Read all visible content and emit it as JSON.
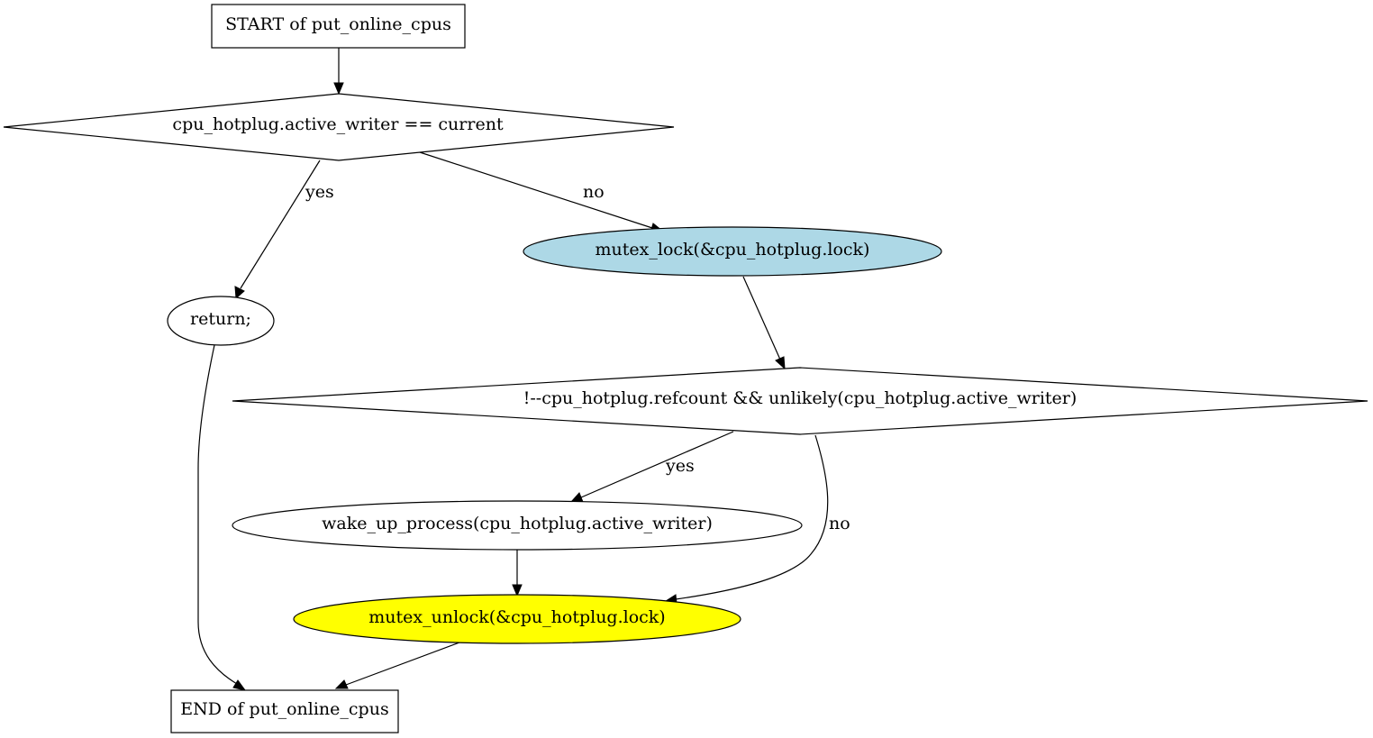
{
  "flowchart": {
    "nodes": {
      "start": {
        "label": "START of put_online_cpus",
        "shape": "box"
      },
      "cond_active_writer": {
        "label": "cpu_hotplug.active_writer == current",
        "shape": "diamond"
      },
      "mutex_lock": {
        "label": "mutex_lock(&cpu_hotplug.lock)",
        "shape": "ellipse",
        "fill": "#add8e6"
      },
      "return_stmt": {
        "label": "return;",
        "shape": "ellipse"
      },
      "cond_refcount": {
        "label": "!--cpu_hotplug.refcount && unlikely(cpu_hotplug.active_writer)",
        "shape": "diamond"
      },
      "wake_up": {
        "label": "wake_up_process(cpu_hotplug.active_writer)",
        "shape": "ellipse"
      },
      "mutex_unlock": {
        "label": "mutex_unlock(&cpu_hotplug.lock)",
        "shape": "ellipse",
        "fill": "#ffff00"
      },
      "end": {
        "label": "END of put_online_cpus",
        "shape": "box"
      }
    },
    "edges": [
      {
        "from": "start",
        "to": "cond_active_writer",
        "label": ""
      },
      {
        "from": "cond_active_writer",
        "to": "return_stmt",
        "label": "yes"
      },
      {
        "from": "cond_active_writer",
        "to": "mutex_lock",
        "label": "no"
      },
      {
        "from": "mutex_lock",
        "to": "cond_refcount",
        "label": ""
      },
      {
        "from": "return_stmt",
        "to": "end",
        "label": ""
      },
      {
        "from": "cond_refcount",
        "to": "wake_up",
        "label": "yes"
      },
      {
        "from": "cond_refcount",
        "to": "mutex_unlock",
        "label": "no"
      },
      {
        "from": "wake_up",
        "to": "mutex_unlock",
        "label": ""
      },
      {
        "from": "mutex_unlock",
        "to": "end",
        "label": ""
      }
    ]
  }
}
